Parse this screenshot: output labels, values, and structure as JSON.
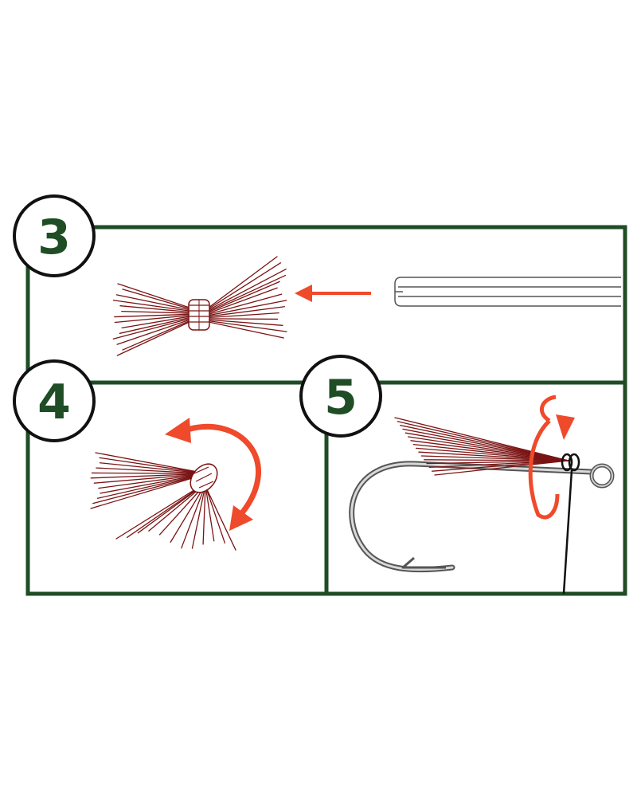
{
  "colors": {
    "frame": "#1f4d25",
    "accent": "#ef4a2b",
    "fiber": "#7a1414",
    "thread": "#111111",
    "hook": "#6e6e6e"
  },
  "steps": [
    {
      "number": "3"
    },
    {
      "number": "4"
    },
    {
      "number": "5"
    }
  ]
}
